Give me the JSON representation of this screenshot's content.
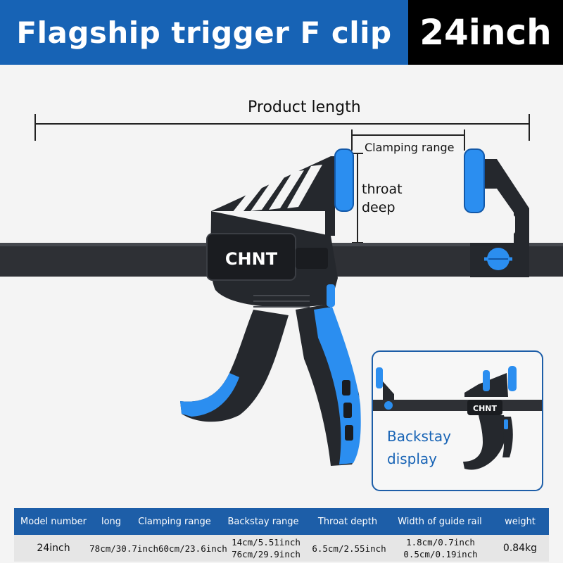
{
  "header": {
    "title": "Flagship trigger F clip",
    "size": "24inch"
  },
  "diagram": {
    "product_length_label": "Product length",
    "clamping_range_label": "Clamping range",
    "throat_label_line1": "throat",
    "throat_label_line2": "deep",
    "brand": "CHNT"
  },
  "inset": {
    "label_line1": "Backstay",
    "label_line2": "display",
    "brand": "CHNT"
  },
  "colors": {
    "accent_blue": "#1763b5",
    "clamp_blue": "#2b8ef0",
    "clamp_body": "#2a2d33",
    "header_black": "#000000"
  },
  "table": {
    "headers": [
      "Model number",
      "long",
      "Clamping range",
      "Backstay range",
      "Throat depth",
      "Width of guide rail",
      "weight"
    ],
    "row": {
      "model": "24inch",
      "long": "78cm/30.7inch",
      "clamping": "60cm/23.6inch",
      "backstay_1": "14cm/5.51inch",
      "backstay_2": "76cm/29.9inch",
      "throat": "6.5cm/2.55inch",
      "rail_1": "1.8cm/0.7inch",
      "rail_2": "0.5cm/0.19inch",
      "weight": "0.84kg"
    }
  }
}
